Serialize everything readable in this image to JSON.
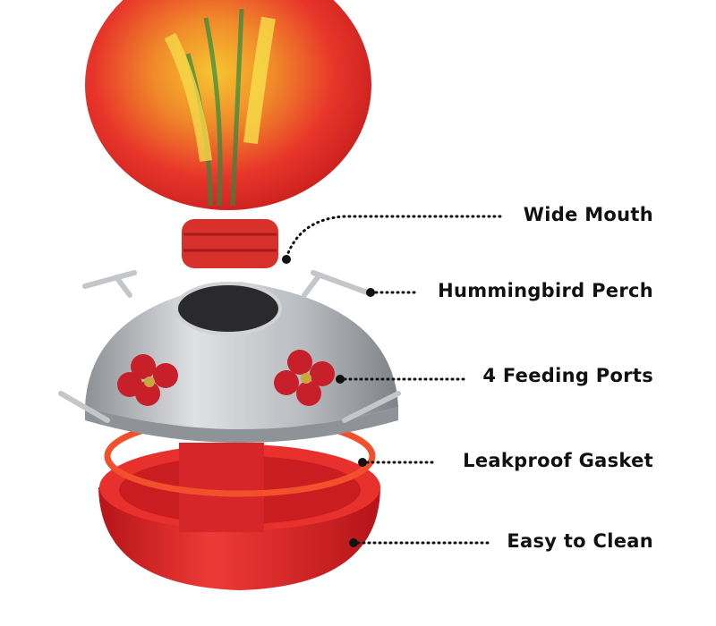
{
  "callouts": [
    {
      "label": "Wide Mouth"
    },
    {
      "label": "Hummingbird Perch"
    },
    {
      "label": "4 Feeding Ports"
    },
    {
      "label": "Leakproof Gasket"
    },
    {
      "label": "Easy to Clean"
    }
  ],
  "colors": {
    "glass": "#e8352a",
    "metal": "#b9bcc0",
    "base": "#e3262a",
    "text": "#111111"
  }
}
